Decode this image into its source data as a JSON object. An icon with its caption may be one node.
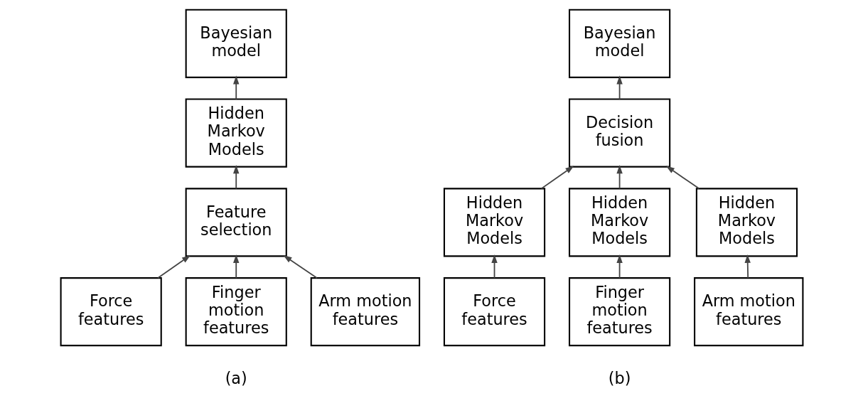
{
  "diagram": {
    "nodes": [
      {
        "text": [
          "Bayesian model"
        ]
      },
      {
        "text": [
          "Hidden Markov Models"
        ]
      },
      {
        "text": [
          "Feature selection"
        ]
      },
      {
        "text": [
          "Force features"
        ]
      },
      {
        "text": [
          "Finger motion features"
        ]
      },
      {
        "text": [
          "Arm motion features"
        ]
      },
      {
        "text": [
          "Bayesian model"
        ]
      },
      {
        "text": [
          "Decision fusion"
        ]
      },
      {
        "text": [
          "Hidden Markov Models"
        ]
      },
      {
        "text": [
          "Hidden Markov Models"
        ]
      },
      {
        "text": [
          "Hidden Markov Models"
        ]
      },
      {
        "text": [
          "Force features"
        ]
      },
      {
        "text": [
          "Finger motion features"
        ]
      },
      {
        "text": [
          "Arm motion features"
        ]
      }
    ],
    "edges": [
      {
        "from": 1,
        "to": 0,
        "arrow": "to"
      },
      {
        "from": 2,
        "to": 1,
        "arrow": "to"
      },
      {
        "from": 3,
        "to": 2,
        "arrow": "to"
      },
      {
        "from": 4,
        "to": 2,
        "arrow": "to"
      },
      {
        "from": 5,
        "to": 2,
        "arrow": "to"
      },
      {
        "from": 7,
        "to": 6,
        "arrow": "to"
      },
      {
        "from": 8,
        "to": 7,
        "arrow": "to"
      },
      {
        "from": 9,
        "to": 7,
        "arrow": "to"
      },
      {
        "from": 10,
        "to": 7,
        "arrow": "to"
      },
      {
        "from": 11,
        "to": 8,
        "arrow": "to"
      },
      {
        "from": 12,
        "to": 9,
        "arrow": "to"
      },
      {
        "from": 13,
        "to": 10,
        "arrow": "to"
      }
    ],
    "labels": [
      "(a)",
      "(b)"
    ]
  }
}
